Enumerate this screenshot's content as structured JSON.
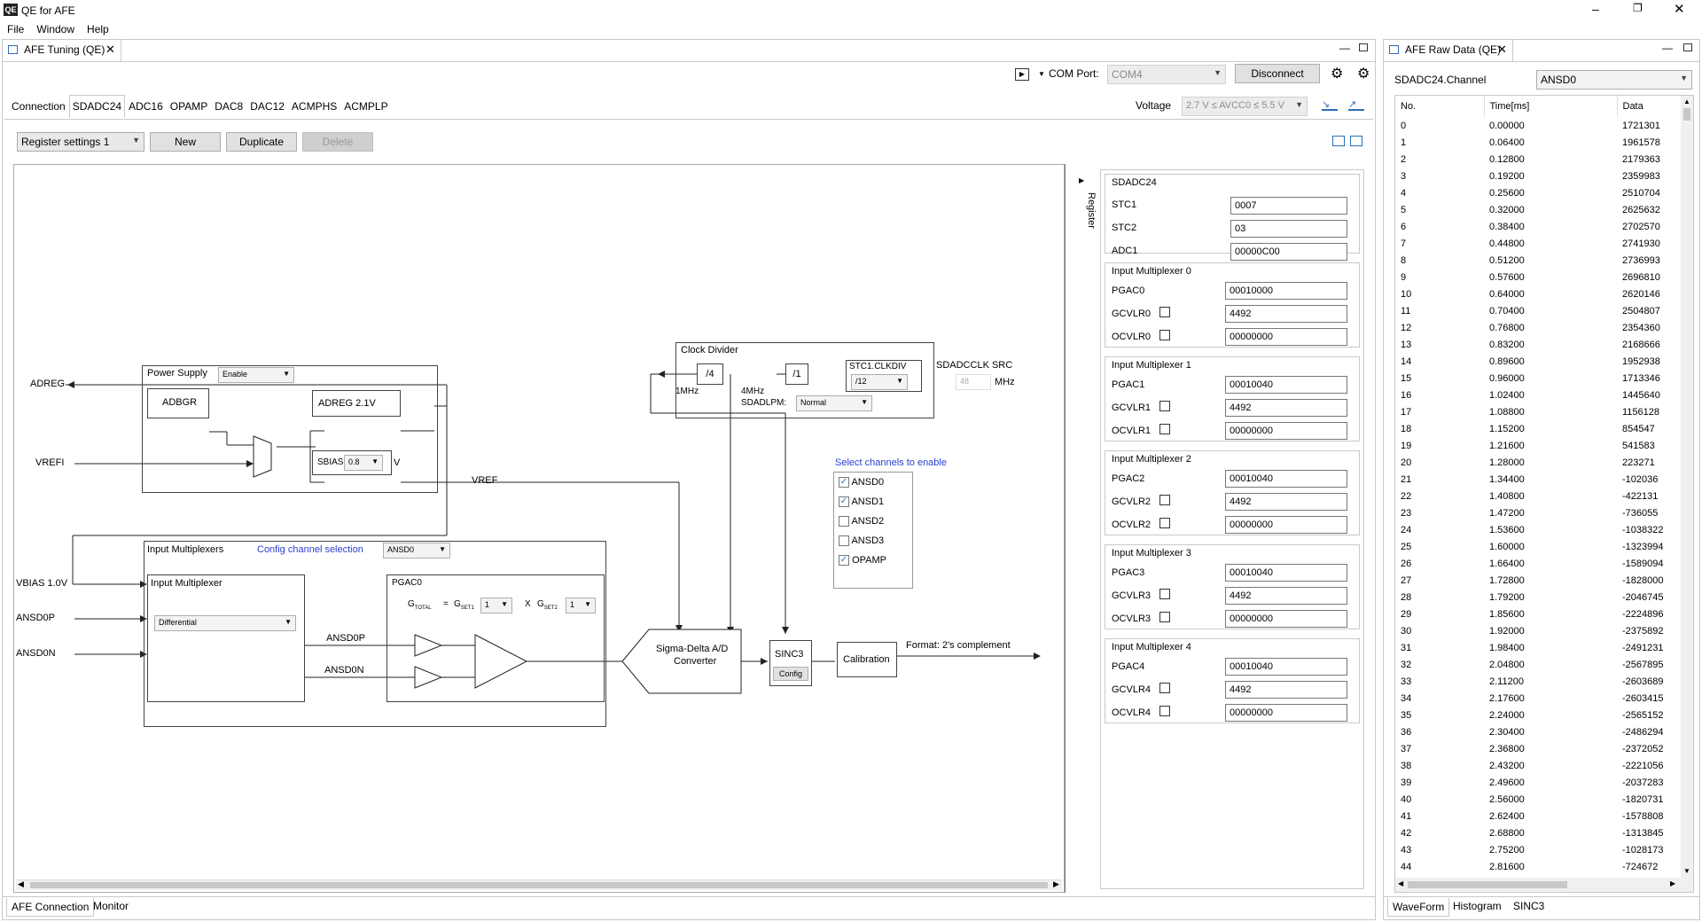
{
  "app": {
    "title": "QE for AFE",
    "logo": "QE",
    "menu": [
      "File",
      "Window",
      "Help"
    ]
  },
  "afe_tuning": {
    "tab_title": "AFE Tuning (QE)",
    "toolbar": {
      "com_port_label": "COM Port:",
      "com_port_value": "COM4",
      "disconnect": "Disconnect",
      "voltage_label": "Voltage",
      "voltage_value": "2.7 V ≤ AVCC0 ≤ 5.5 V"
    },
    "tabs": [
      "Connection",
      "SDADC24",
      "ADC16",
      "OPAMP",
      "DAC8",
      "DAC12",
      "ACMPHS",
      "ACMPLP"
    ],
    "active_tab": "SDADC24",
    "register_setting": {
      "value": "Register settings 1",
      "new": "New",
      "duplicate": "Duplicate",
      "delete": "Delete"
    },
    "bottom_tabs": [
      "AFE Connection",
      "Monitor"
    ]
  },
  "diagram": {
    "adreg": "ADREG",
    "vrefi": "VREFI",
    "vbias": "VBIAS 1.0V",
    "ansd0p": "ANSD0P",
    "ansd0n": "ANSD0N",
    "power_supply": "Power Supply",
    "power_supply_value": "Enable",
    "adbgr": "ADBGR",
    "adreg_box": "ADREG  2.1V",
    "sbias": "SBIAS",
    "sbias_value": "0.8",
    "sbias_unit": "V",
    "vref": "VREF",
    "clock_divider": "Clock Divider",
    "div4": "/4",
    "div1": "/1",
    "stc1_clkdiv": "STC1.CLKDIV",
    "clkdiv_value": "/12",
    "f1mhz": "1MHz",
    "f4mhz": "4MHz",
    "sdadlpm": "SDADLPM:",
    "sdadlpm_value": "Normal",
    "sdadclk_src": "SDADCCLK SRC",
    "sdadclk_value": "48",
    "mhz": "MHz",
    "select_channels": "Select channels to enable",
    "channels": [
      {
        "name": "ANSD0",
        "checked": true
      },
      {
        "name": "ANSD1",
        "checked": true
      },
      {
        "name": "ANSD2",
        "checked": false
      },
      {
        "name": "ANSD3",
        "checked": false
      },
      {
        "name": "OPAMP",
        "checked": true
      }
    ],
    "input_multiplexers": "Input Multiplexers",
    "config_channel": "Config channel selection",
    "config_channel_value": "ANSD0",
    "input_multiplexer": "Input Multiplexer",
    "mux_mode": "Differential",
    "pgac0": "PGAC0",
    "gtotal": "G",
    "gtotal_sub": "TOTAL",
    "eq": "=",
    "gset1": "G",
    "gset1_sub": "SET1",
    "gset1_value": "1",
    "x": "X",
    "gset2": "G",
    "gset2_sub": "SET2",
    "gset2_value": "1",
    "sigma_delta": "Sigma-Delta A/D",
    "converter": "Converter",
    "sinc3": "SINC3",
    "config": "Config",
    "calibration": "Calibration",
    "format": "Format: 2's complement"
  },
  "register_panel": {
    "side_label": "Register",
    "sdadc24": {
      "title": "SDADC24",
      "rows": [
        {
          "name": "STC1",
          "value": "0007"
        },
        {
          "name": "STC2",
          "value": "03"
        },
        {
          "name": "ADC1",
          "value": "00000C00"
        }
      ]
    },
    "muxes": [
      {
        "title": "Input Multiplexer 0",
        "pga": "PGAC0",
        "pga_value": "00010000",
        "gcv": "GCVLR0",
        "gcv_value": "4492",
        "ocv": "OCVLR0",
        "ocv_value": "00000000"
      },
      {
        "title": "Input Multiplexer 1",
        "pga": "PGAC1",
        "pga_value": "00010040",
        "gcv": "GCVLR1",
        "gcv_value": "4492",
        "ocv": "OCVLR1",
        "ocv_value": "00000000"
      },
      {
        "title": "Input Multiplexer 2",
        "pga": "PGAC2",
        "pga_value": "00010040",
        "gcv": "GCVLR2",
        "gcv_value": "4492",
        "ocv": "OCVLR2",
        "ocv_value": "00000000"
      },
      {
        "title": "Input Multiplexer 3",
        "pga": "PGAC3",
        "pga_value": "00010040",
        "gcv": "GCVLR3",
        "gcv_value": "4492",
        "ocv": "OCVLR3",
        "ocv_value": "00000000"
      },
      {
        "title": "Input Multiplexer 4",
        "pga": "PGAC4",
        "pga_value": "00010040",
        "gcv": "GCVLR4",
        "gcv_value": "4492",
        "ocv": "OCVLR4",
        "ocv_value": "00000000"
      }
    ]
  },
  "raw_data": {
    "tab_title": "AFE Raw Data (QE)",
    "channel_label": "SDADC24.Channel",
    "channel_value": "ANSD0",
    "columns": [
      "No.",
      "Time[ms]",
      "Data"
    ],
    "rows": [
      [
        "0",
        "0.00000",
        "1721301"
      ],
      [
        "1",
        "0.06400",
        "1961578"
      ],
      [
        "2",
        "0.12800",
        "2179363"
      ],
      [
        "3",
        "0.19200",
        "2359983"
      ],
      [
        "4",
        "0.25600",
        "2510704"
      ],
      [
        "5",
        "0.32000",
        "2625632"
      ],
      [
        "6",
        "0.38400",
        "2702570"
      ],
      [
        "7",
        "0.44800",
        "2741930"
      ],
      [
        "8",
        "0.51200",
        "2736993"
      ],
      [
        "9",
        "0.57600",
        "2696810"
      ],
      [
        "10",
        "0.64000",
        "2620146"
      ],
      [
        "11",
        "0.70400",
        "2504807"
      ],
      [
        "12",
        "0.76800",
        "2354360"
      ],
      [
        "13",
        "0.83200",
        "2168666"
      ],
      [
        "14",
        "0.89600",
        "1952938"
      ],
      [
        "15",
        "0.96000",
        "1713346"
      ],
      [
        "16",
        "1.02400",
        "1445640"
      ],
      [
        "17",
        "1.08800",
        "1156128"
      ],
      [
        "18",
        "1.15200",
        "854547"
      ],
      [
        "19",
        "1.21600",
        "541583"
      ],
      [
        "20",
        "1.28000",
        "223271"
      ],
      [
        "21",
        "1.34400",
        "-102036"
      ],
      [
        "22",
        "1.40800",
        "-422131"
      ],
      [
        "23",
        "1.47200",
        "-736055"
      ],
      [
        "24",
        "1.53600",
        "-1038322"
      ],
      [
        "25",
        "1.60000",
        "-1323994"
      ],
      [
        "26",
        "1.66400",
        "-1589094"
      ],
      [
        "27",
        "1.72800",
        "-1828000"
      ],
      [
        "28",
        "1.79200",
        "-2046745"
      ],
      [
        "29",
        "1.85600",
        "-2224896"
      ],
      [
        "30",
        "1.92000",
        "-2375892"
      ],
      [
        "31",
        "1.98400",
        "-2491231"
      ],
      [
        "32",
        "2.04800",
        "-2567895"
      ],
      [
        "33",
        "2.11200",
        "-2603689"
      ],
      [
        "34",
        "2.17600",
        "-2603415"
      ],
      [
        "35",
        "2.24000",
        "-2565152"
      ],
      [
        "36",
        "2.30400",
        "-2486294"
      ],
      [
        "37",
        "2.36800",
        "-2372052"
      ],
      [
        "38",
        "2.43200",
        "-2221056"
      ],
      [
        "39",
        "2.49600",
        "-2037283"
      ],
      [
        "40",
        "2.56000",
        "-1820731"
      ],
      [
        "41",
        "2.62400",
        "-1578808"
      ],
      [
        "42",
        "2.68800",
        "-1313845"
      ],
      [
        "43",
        "2.75200",
        "-1028173"
      ],
      [
        "44",
        "2.81600",
        "-724672"
      ]
    ],
    "bottom_tabs": [
      "WaveForm",
      "Histogram",
      "SINC3"
    ]
  }
}
